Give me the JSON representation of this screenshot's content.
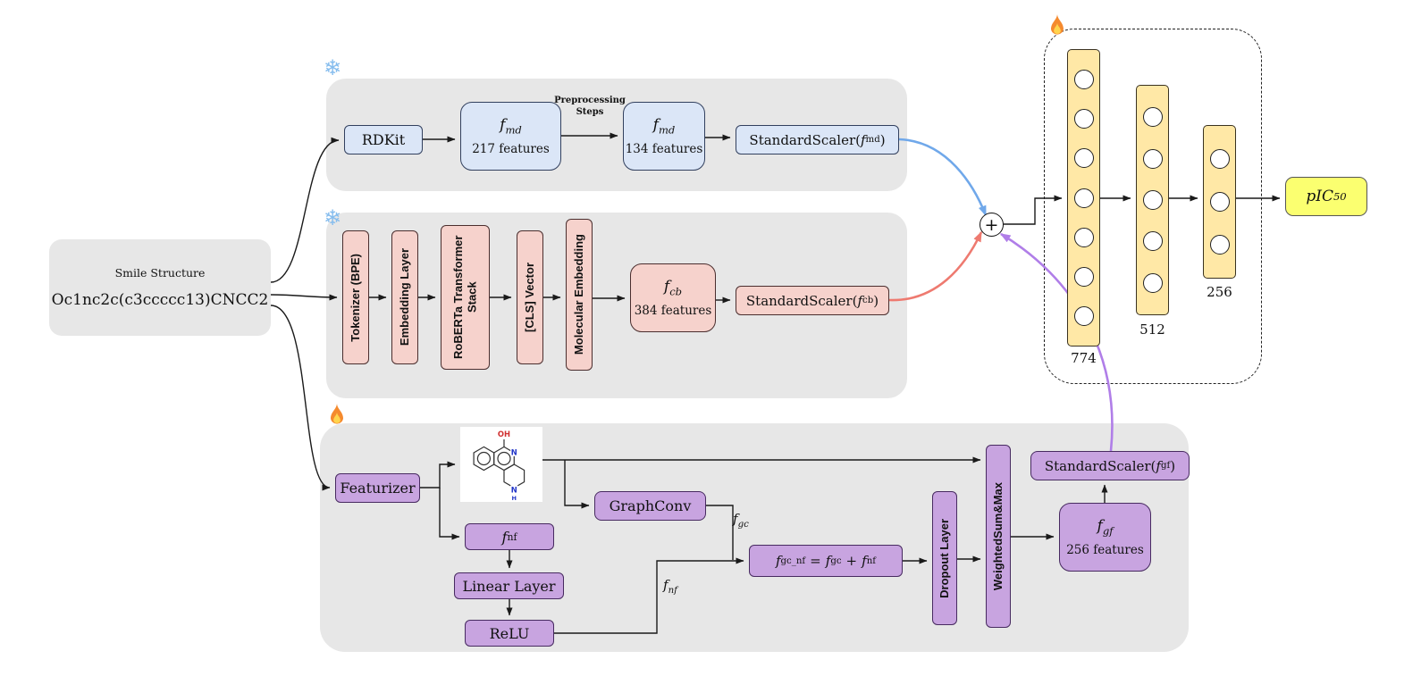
{
  "colors": {
    "panel_bg": "#e7e7e7",
    "blue_fill": "#dbe6f7",
    "pink_fill": "#f6d2cc",
    "purple_fill": "#c8a4e0",
    "yellow_fill": "#ffe8a6",
    "output_fill": "#fbff70",
    "arrow_blue": "#70a8ea",
    "arrow_red": "#ee7a70",
    "arrow_purple": "#b07ee8"
  },
  "icons": {
    "frozen_glyph": "❄"
  },
  "input_node": {
    "title": "Smile Structure",
    "smiles": "Oc1nc2c(c3ccccc13)CNCC2"
  },
  "md_branch": {
    "rdkit_label": "RDKit",
    "f1": {
      "sym": "f",
      "sub": "md",
      "features": "217 features"
    },
    "preprocessing": {
      "line1": "Preprocessing",
      "line2": "Steps"
    },
    "f2": {
      "sym": "f",
      "sub": "md",
      "features": "134 features"
    },
    "scaler": {
      "pre": "StandardScaler(",
      "sym": "f",
      "sub": "md",
      "post": ")"
    }
  },
  "cb_branch": {
    "stack": [
      {
        "label": "Tokenizer (BPE)"
      },
      {
        "label": "Embedding Layer"
      },
      {
        "label": "RoBERTa Transformer Stack"
      },
      {
        "label": "[CLS] Vector"
      },
      {
        "label": "Molecular Embedding"
      }
    ],
    "f": {
      "sym": "f",
      "sub": "cb",
      "features": "384 features"
    },
    "scaler": {
      "pre": "StandardScaler(",
      "sym": "f",
      "sub": "cb",
      "post": ")"
    }
  },
  "graph_branch": {
    "featurizer_label": "Featurizer",
    "molecule": {
      "oh": "OH",
      "ring_n": "N",
      "nh_n": "N",
      "nh_h": "H"
    },
    "fnf": {
      "sym": "f",
      "sub": "nf"
    },
    "graphconv_label": "GraphConv",
    "linear_label": "Linear Layer",
    "relu_label": "ReLU",
    "edge_fgc": {
      "sym": "f",
      "sub": "gc"
    },
    "edge_fnf": {
      "sym": "f",
      "sub": "nf"
    },
    "equation": {
      "t1": "f",
      "s1": "gc_nf",
      "op1": "=",
      "t2": "f",
      "s2": "gc",
      "op2": "+",
      "t3": "f",
      "s3": "nf"
    },
    "dropout_label": "Dropout Layer",
    "weightedsum_label": "WeightedSum&Max",
    "fgf": {
      "sym": "f",
      "sub": "gf",
      "features": "256 features"
    },
    "scaler": {
      "pre": "StandardScaler(",
      "sym": "f",
      "sub": "gf",
      "post": ")"
    }
  },
  "head": {
    "plus": "+",
    "layers": [
      {
        "units": "774",
        "neurons": 7
      },
      {
        "units": "512",
        "neurons": 5
      },
      {
        "units": "256",
        "neurons": 3
      }
    ],
    "output": {
      "sym": "pIC",
      "sub": "50"
    }
  }
}
